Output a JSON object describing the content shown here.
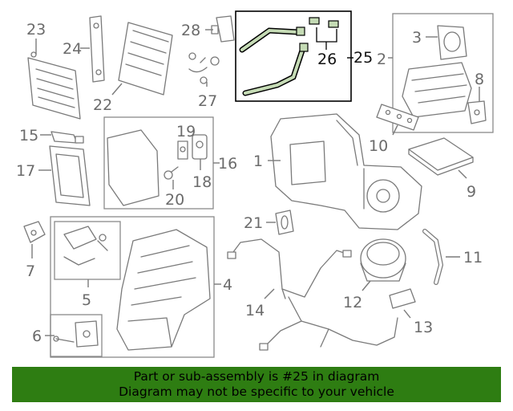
{
  "colors": {
    "highlight_fill": "#c5dbb5",
    "highlight_stroke": "#000000",
    "banner_bg": "#2e7d12",
    "part_stroke": "#7a7a7a",
    "label_text": "#6b6b6b"
  },
  "callouts": {
    "c1": "1",
    "c2": "2",
    "c3": "3",
    "c4": "4",
    "c5": "5",
    "c6": "6",
    "c7": "7",
    "c8": "8",
    "c9": "9",
    "c10": "10",
    "c11": "11",
    "c12": "12",
    "c13": "13",
    "c14": "14",
    "c15": "15",
    "c16": "16",
    "c17": "17",
    "c18": "18",
    "c19": "19",
    "c20": "20",
    "c21": "21",
    "c22": "22",
    "c23": "23",
    "c24": "24",
    "c25": "25",
    "c26": "26",
    "c27": "27",
    "c28": "28"
  },
  "banner": {
    "line1": "Part or sub-assembly is #25 in diagram",
    "line2": "Diagram may not be specific to your vehicle"
  }
}
